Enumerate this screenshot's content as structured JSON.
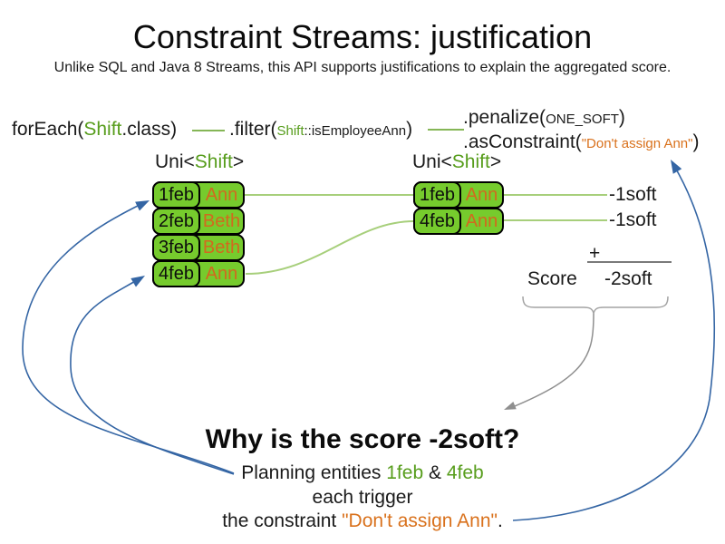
{
  "title": "Constraint Streams: justification",
  "subtitle": "Unlike SQL and Java 8 Streams, this API supports justifications to explain the aggregated score.",
  "code": {
    "foreach_pre": "forEach(",
    "foreach_class": "Shift",
    "foreach_post": ".class)",
    "filter_pre": ".filter(",
    "filter_class": "Shift",
    "filter_method": "::isEmployeeAnn",
    "filter_post": ")",
    "penalize_pre": ".penalize(",
    "penalize_arg": "ONE_SOFT",
    "penalize_post": ")",
    "asconstraint_pre": ".asConstraint(",
    "asconstraint_arg": "\"Don't assign Ann\"",
    "asconstraint_post": ")"
  },
  "streams": {
    "left": {
      "type_pre": "Uni<",
      "type_param": "Shift",
      "type_post": ">",
      "rows": [
        {
          "date": "1feb",
          "employee": "Ann"
        },
        {
          "date": "2feb",
          "employee": "Beth"
        },
        {
          "date": "3feb",
          "employee": "Beth"
        },
        {
          "date": "4feb",
          "employee": "Ann"
        }
      ]
    },
    "right": {
      "type_pre": "Uni<",
      "type_param": "Shift",
      "type_post": ">",
      "rows": [
        {
          "date": "1feb",
          "employee": "Ann"
        },
        {
          "date": "4feb",
          "employee": "Ann"
        }
      ]
    }
  },
  "score_panel": {
    "match_scores": [
      "-1soft",
      "-1soft"
    ],
    "plus_sign": "+",
    "score_label": "Score",
    "total_score": "-2soft"
  },
  "explanation": {
    "heading": "Why is the score -2soft?",
    "line1_pre": "Planning entities ",
    "line1_entity1": "1feb",
    "line1_mid": " & ",
    "line1_entity2": "4feb",
    "line2": "each trigger",
    "line3_pre": "the constraint ",
    "line3_constraint": "\"Don't assign Ann\"",
    "line3_post": "."
  },
  "colors": {
    "code_green": "#579d1c",
    "employee_orange": "#d2691e",
    "constraint_orange": "#d9711c",
    "box_fill_green": "#76cb2d",
    "connector_light_green": "#a7cf7b",
    "code_dash_green": "#85b656",
    "arrow_blue": "#3465a4",
    "arrow_gray": "#8f8f8f",
    "sum_line_gray": "#7a7a7a"
  }
}
